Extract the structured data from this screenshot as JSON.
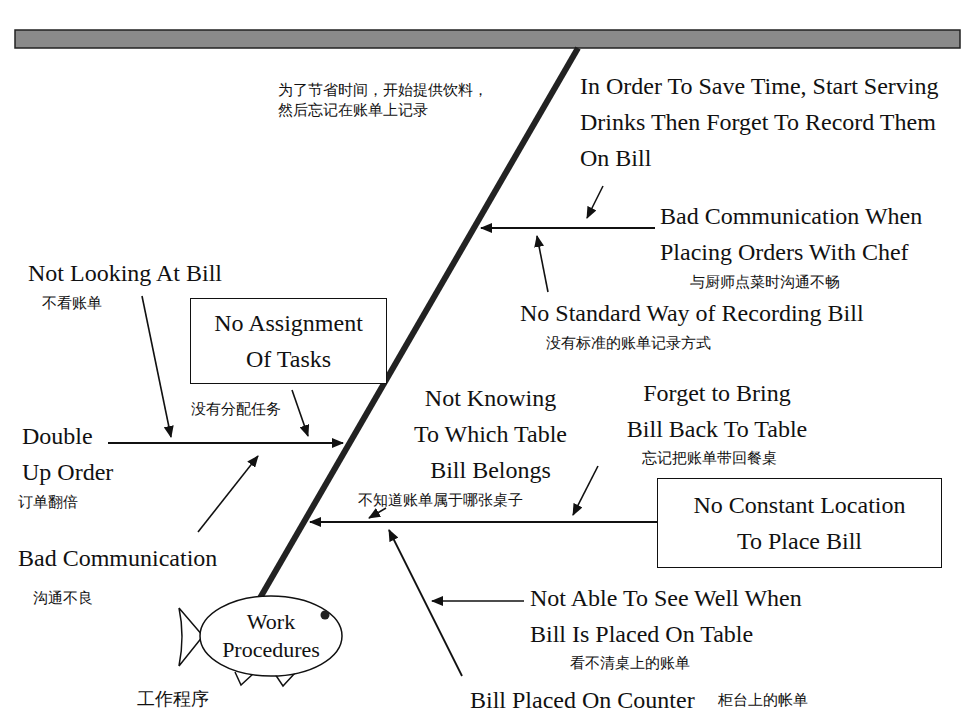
{
  "diagram": {
    "nodes": [
      {
        "text": [
          "No Assignment Of Tasks",
          "没有分配任务"
        ]
      },
      {
        "text": [
          "No Constant Location To Place Bill"
        ]
      },
      {
        "text": [
          "Work Procedures",
          "工作程序"
        ]
      }
    ],
    "labels": [
      "为了节省时间，开始提供饮料， 然后忘记在账单上记录",
      "In Order To Save Time, Start Serving Drinks Then Forget To Record Them On Bill",
      "Bad Communication When Placing Orders With Chef",
      "与厨师点菜时沟通不畅",
      "Not Looking At Bill",
      "不看账单",
      "No Standard Way of Recording Bill",
      "没有标准的账单记录方式",
      "Double Up Order",
      "订单翻倍",
      "Not Knowing To Which Table Bill Belongs",
      "Forget to Bring Bill Back To Table",
      "忘记把账单带回餐桌",
      "不知道账单属于哪张桌子",
      "Bad Communication",
      "沟通不良",
      "Not Able To See Well When Bill Is Placed On Table",
      "看不清桌上的账单",
      "Bill Placed On Counter",
      "柜台上的帐单"
    ]
  }
}
